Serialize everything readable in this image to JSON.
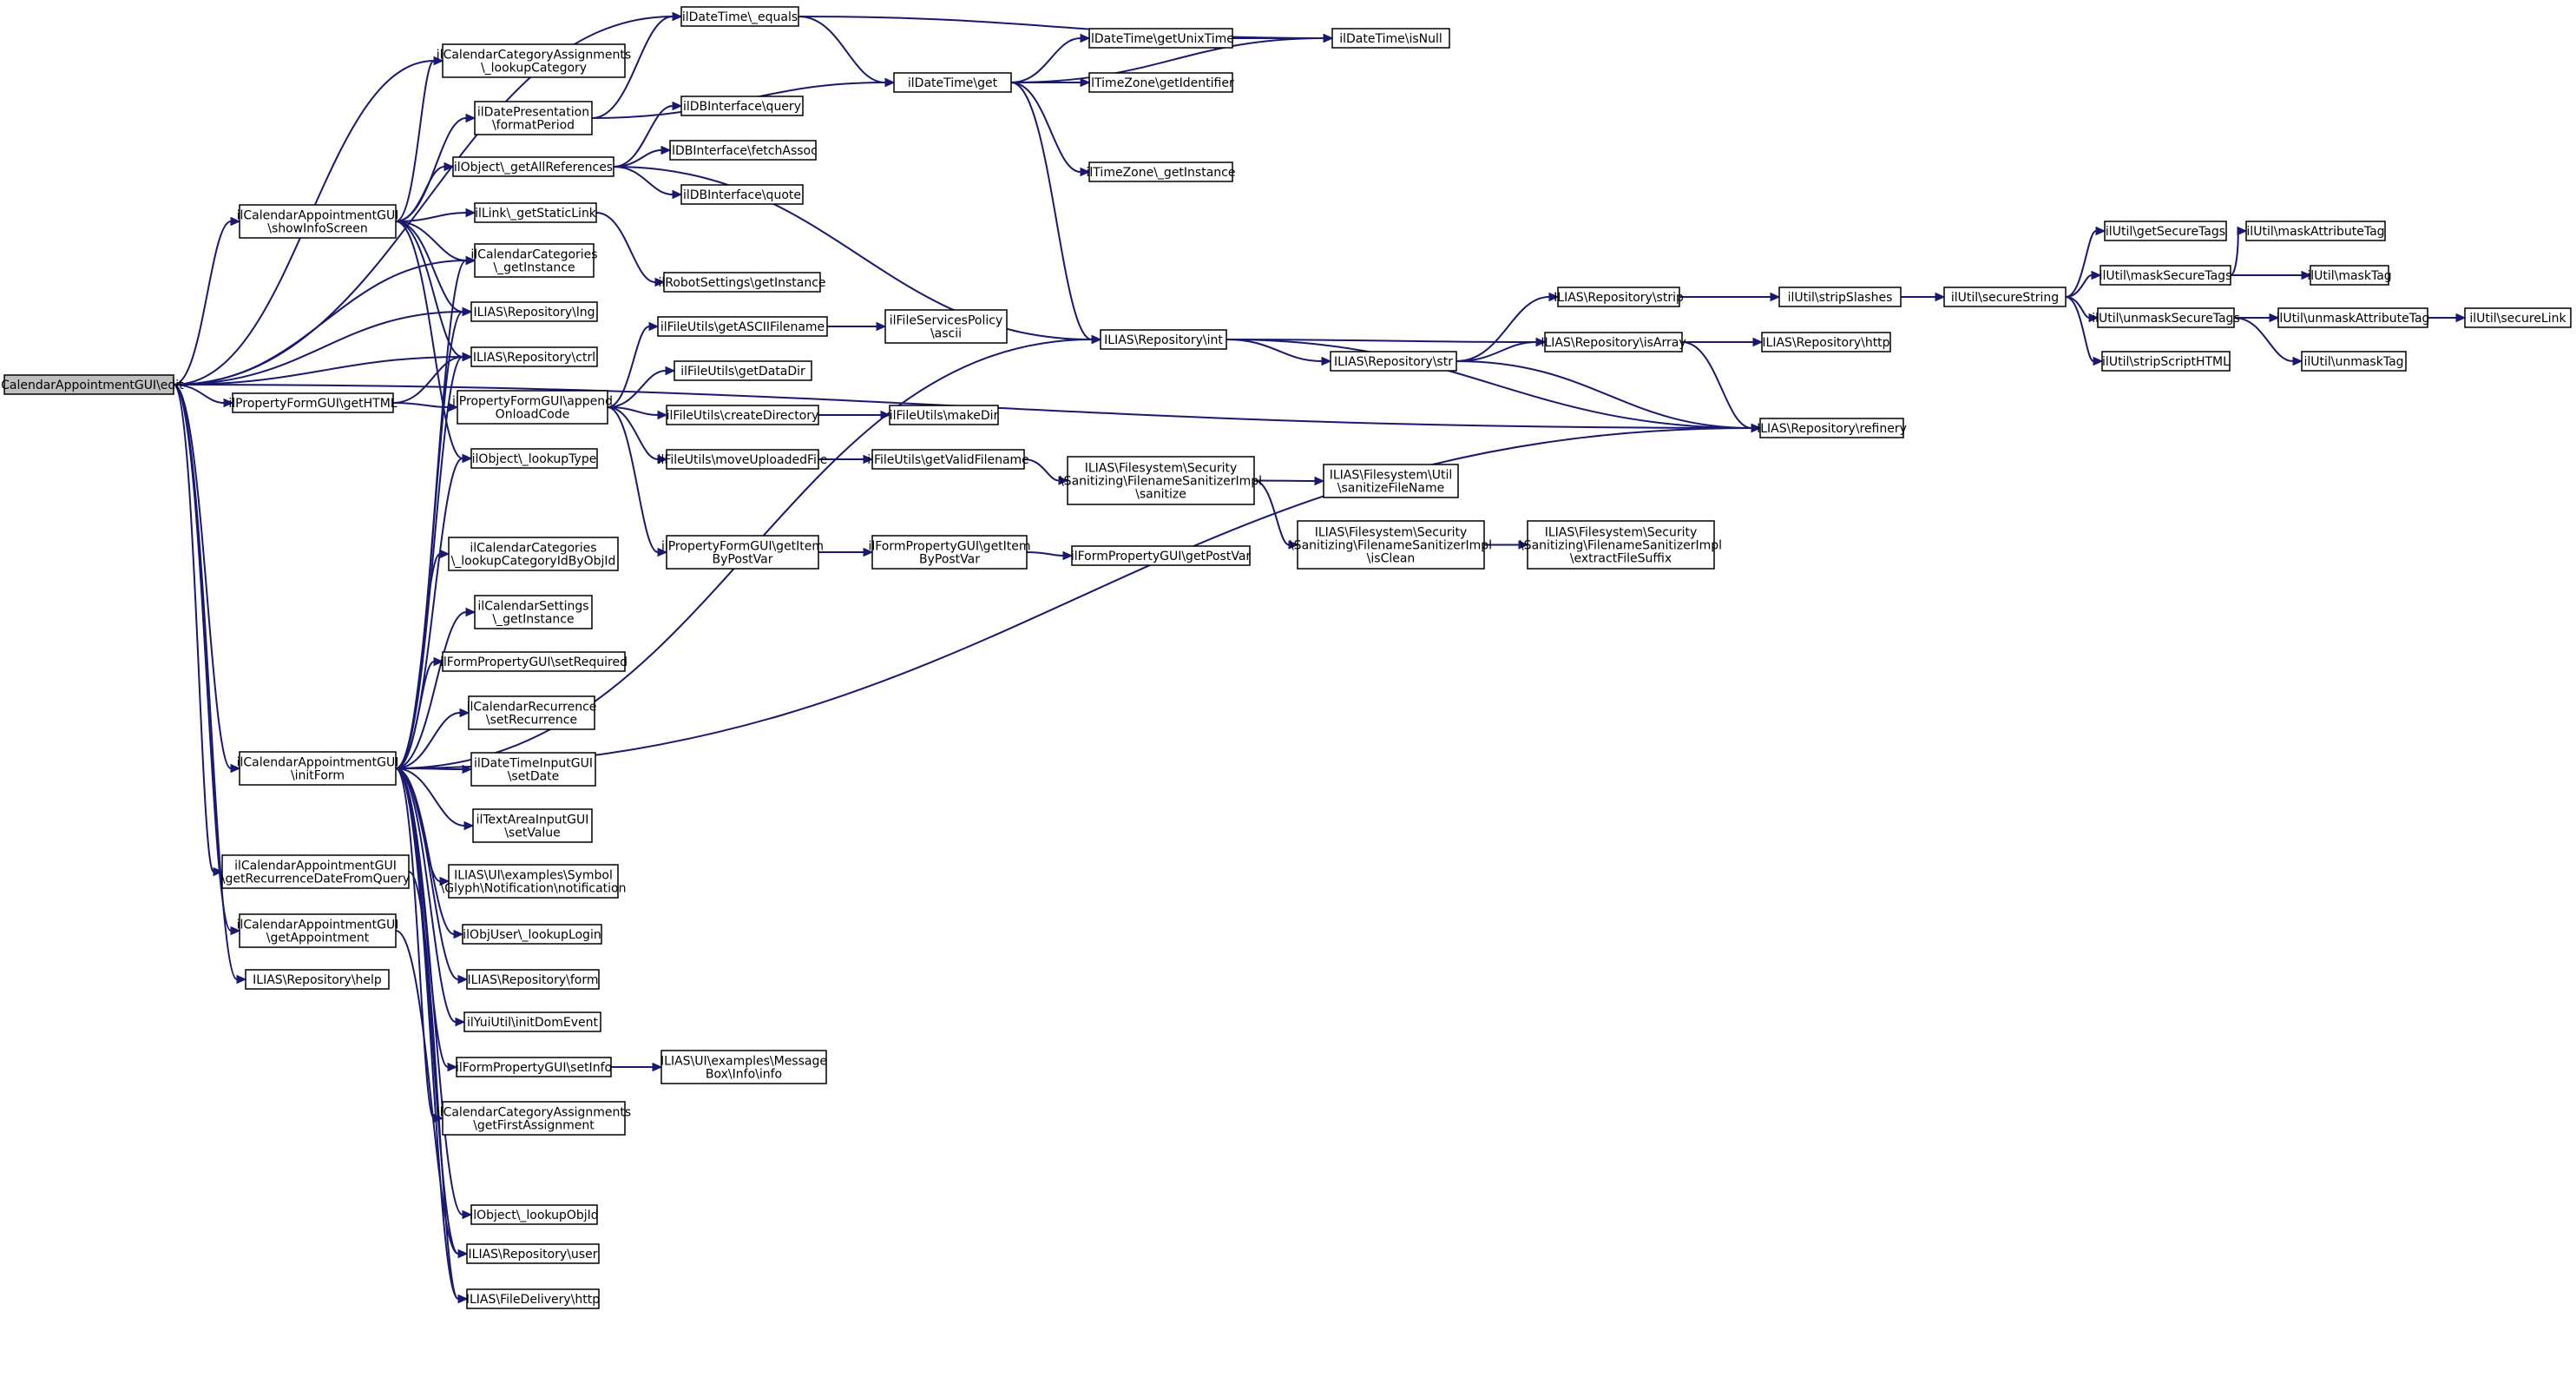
{
  "diagram": {
    "type": "call-graph",
    "nodes": [
      {
        "id": "edit",
        "label": [
          "ilCalendarAppointmentGUI\\edit"
        ],
        "root": true
      },
      {
        "id": "showInfo",
        "label": [
          "ilCalendarAppointmentGUI",
          "\\showInfoScreen"
        ]
      },
      {
        "id": "getHTML",
        "label": [
          "ilPropertyFormGUI\\getHTML"
        ]
      },
      {
        "id": "initForm",
        "label": [
          "ilCalendarAppointmentGUI",
          "\\initForm"
        ]
      },
      {
        "id": "getRecurrence",
        "label": [
          "ilCalendarAppointmentGUI",
          "\\getRecurrenceDateFromQuery"
        ]
      },
      {
        "id": "getAppointment",
        "label": [
          "ilCalendarAppointmentGUI",
          "\\getAppointment"
        ]
      },
      {
        "id": "repoHelp",
        "label": [
          "ILIAS\\Repository\\help"
        ]
      },
      {
        "id": "catAssignLookup",
        "label": [
          "ilCalendarCategoryAssignments",
          "\\_lookupCategory"
        ]
      },
      {
        "id": "datePresentation",
        "label": [
          "ilDatePresentation",
          "\\formatPeriod"
        ]
      },
      {
        "id": "getAllRefs",
        "label": [
          "ilObject\\_getAllReferences"
        ]
      },
      {
        "id": "staticLink",
        "label": [
          "ilLink\\_getStaticLink"
        ]
      },
      {
        "id": "calCatInstance",
        "label": [
          "ilCalendarCategories",
          "\\_getInstance"
        ]
      },
      {
        "id": "repoLng",
        "label": [
          "ILIAS\\Repository\\lng"
        ]
      },
      {
        "id": "repoCtrl",
        "label": [
          "ILIAS\\Repository\\ctrl"
        ]
      },
      {
        "id": "appendOnload",
        "label": [
          "ilPropertyFormGUI\\append",
          "OnloadCode"
        ]
      },
      {
        "id": "lookupType",
        "label": [
          "ilObject\\_lookupType"
        ]
      },
      {
        "id": "lookupCatId",
        "label": [
          "ilCalendarCategories",
          "\\_lookupCategoryIdByObjId"
        ]
      },
      {
        "id": "calSettings",
        "label": [
          "ilCalendarSettings",
          "\\_getInstance"
        ]
      },
      {
        "id": "setRequired",
        "label": [
          "ilFormPropertyGUI\\setRequired"
        ]
      },
      {
        "id": "setRecurrence",
        "label": [
          "ilCalendarRecurrence",
          "\\setRecurrence"
        ]
      },
      {
        "id": "setDate",
        "label": [
          "ilDateTimeInputGUI",
          "\\setDate"
        ]
      },
      {
        "id": "setValue",
        "label": [
          "ilTextAreaInputGUI",
          "\\setValue"
        ]
      },
      {
        "id": "notification",
        "label": [
          "ILIAS\\UI\\examples\\Symbol",
          "\\Glyph\\Notification\\notification"
        ]
      },
      {
        "id": "lookupLogin",
        "label": [
          "ilObjUser\\_lookupLogin"
        ]
      },
      {
        "id": "repoForm",
        "label": [
          "ILIAS\\Repository\\form"
        ]
      },
      {
        "id": "initDomEvent",
        "label": [
          "ilYuiUtil\\initDomEvent"
        ]
      },
      {
        "id": "setInfo",
        "label": [
          "ilFormPropertyGUI\\setInfo"
        ]
      },
      {
        "id": "firstAssign",
        "label": [
          "ilCalendarCategoryAssignments",
          "\\getFirstAssignment"
        ]
      },
      {
        "id": "lookupObjId",
        "label": [
          "ilObject\\_lookupObjId"
        ]
      },
      {
        "id": "repoUser",
        "label": [
          "ILIAS\\Repository\\user"
        ]
      },
      {
        "id": "fileDelivery",
        "label": [
          "ILIAS\\FileDelivery\\http"
        ]
      },
      {
        "id": "dtEquals",
        "label": [
          "ilDateTime\\_equals"
        ]
      },
      {
        "id": "dtGet",
        "label": [
          "ilDateTime\\get"
        ]
      },
      {
        "id": "dbQuery",
        "label": [
          "ilDBInterface\\query"
        ]
      },
      {
        "id": "dbFetch",
        "label": [
          "ilDBInterface\\fetchAssoc"
        ]
      },
      {
        "id": "dbQuote",
        "label": [
          "ilDBInterface\\quote"
        ]
      },
      {
        "id": "robotSettings",
        "label": [
          "ilRobotSettings\\getInstance"
        ]
      },
      {
        "id": "asciiFilename",
        "label": [
          "ilFileUtils\\getASCIIFilename"
        ]
      },
      {
        "id": "getDataDir",
        "label": [
          "ilFileUtils\\getDataDir"
        ]
      },
      {
        "id": "createDir",
        "label": [
          "ilFileUtils\\createDirectory"
        ]
      },
      {
        "id": "moveUploaded",
        "label": [
          "ilFileUtils\\moveUploadedFile"
        ]
      },
      {
        "id": "getItemPost",
        "label": [
          "ilPropertyFormGUI\\getItem",
          "ByPostVar"
        ]
      },
      {
        "id": "msgInfo",
        "label": [
          "ILIAS\\UI\\examples\\Message",
          "Box\\Info\\info"
        ]
      },
      {
        "id": "dtUnix",
        "label": [
          "ilDateTime\\getUnixTime"
        ]
      },
      {
        "id": "tzIdent",
        "label": [
          "ilTimeZone\\getIdentifier"
        ]
      },
      {
        "id": "tzInstance",
        "label": [
          "ilTimeZone\\_getInstance"
        ]
      },
      {
        "id": "dtIsNull",
        "label": [
          "ilDateTime\\isNull"
        ]
      },
      {
        "id": "fsAscii",
        "label": [
          "ilFileServicesPolicy",
          "\\ascii"
        ]
      },
      {
        "id": "makeDir",
        "label": [
          "ilFileUtils\\makeDir"
        ]
      },
      {
        "id": "validFilename",
        "label": [
          "ilFileUtils\\getValidFilename"
        ]
      },
      {
        "id": "formItemPost",
        "label": [
          "ilFormPropertyGUI\\getItem",
          "ByPostVar"
        ]
      },
      {
        "id": "getPostVar",
        "label": [
          "ilFormPropertyGUI\\getPostVar"
        ]
      },
      {
        "id": "repoInt",
        "label": [
          "ILIAS\\Repository\\int"
        ]
      },
      {
        "id": "sanitize",
        "label": [
          "ILIAS\\Filesystem\\Security",
          "\\Sanitizing\\FilenameSanitizerImpl",
          "\\sanitize"
        ]
      },
      {
        "id": "sanitizeFN",
        "label": [
          "ILIAS\\Filesystem\\Util",
          "\\sanitizeFileName"
        ]
      },
      {
        "id": "isClean",
        "label": [
          "ILIAS\\Filesystem\\Security",
          "\\Sanitizing\\FilenameSanitizerImpl",
          "\\isClean"
        ]
      },
      {
        "id": "extractSuffix",
        "label": [
          "ILIAS\\Filesystem\\Security",
          "\\Sanitizing\\FilenameSanitizerImpl",
          "\\extractFileSuffix"
        ]
      },
      {
        "id": "repoStrip",
        "label": [
          "ILIAS\\Repository\\strip"
        ]
      },
      {
        "id": "repoStr",
        "label": [
          "ILIAS\\Repository\\str"
        ]
      },
      {
        "id": "repoIsArray",
        "label": [
          "ILIAS\\Repository\\isArray"
        ]
      },
      {
        "id": "repoRefinery",
        "label": [
          "ILIAS\\Repository\\refinery"
        ]
      },
      {
        "id": "stripSlashes",
        "label": [
          "ilUtil\\stripSlashes"
        ]
      },
      {
        "id": "repoHttp",
        "label": [
          "ILIAS\\Repository\\http"
        ]
      },
      {
        "id": "secureString",
        "label": [
          "ilUtil\\secureString"
        ]
      },
      {
        "id": "getSecureTags",
        "label": [
          "ilUtil\\getSecureTags"
        ]
      },
      {
        "id": "maskSecureTags",
        "label": [
          "ilUtil\\maskSecureTags"
        ]
      },
      {
        "id": "unmaskSecureTags",
        "label": [
          "ilUtil\\unmaskSecureTags"
        ]
      },
      {
        "id": "stripScript",
        "label": [
          "ilUtil\\stripScriptHTML"
        ]
      },
      {
        "id": "maskAttrTag",
        "label": [
          "ilUtil\\maskAttributeTag"
        ]
      },
      {
        "id": "maskTag",
        "label": [
          "ilUtil\\maskTag"
        ]
      },
      {
        "id": "unmaskAttrTag",
        "label": [
          "ilUtil\\unmaskAttributeTag"
        ]
      },
      {
        "id": "unmaskTag",
        "label": [
          "ilUtil\\unmaskTag"
        ]
      },
      {
        "id": "secureLink",
        "label": [
          "ilUtil\\secureLink"
        ]
      }
    ],
    "edges": [
      [
        "edit",
        "dtEquals"
      ],
      [
        "edit",
        "catAssignLookup"
      ],
      [
        "edit",
        "showInfo"
      ],
      [
        "edit",
        "getHTML"
      ],
      [
        "edit",
        "repoLng"
      ],
      [
        "edit",
        "repoCtrl"
      ],
      [
        "edit",
        "calCatInstance"
      ],
      [
        "edit",
        "initForm"
      ],
      [
        "edit",
        "getRecurrence"
      ],
      [
        "edit",
        "getAppointment"
      ],
      [
        "edit",
        "repoHelp"
      ],
      [
        "edit",
        "repoRefinery"
      ],
      [
        "showInfo",
        "catAssignLookup"
      ],
      [
        "showInfo",
        "datePresentation"
      ],
      [
        "showInfo",
        "getAllRefs"
      ],
      [
        "showInfo",
        "staticLink"
      ],
      [
        "showInfo",
        "calCatInstance"
      ],
      [
        "showInfo",
        "repoLng"
      ],
      [
        "showInfo",
        "repoCtrl"
      ],
      [
        "showInfo",
        "lookupType"
      ],
      [
        "getHTML",
        "repoCtrl"
      ],
      [
        "getHTML",
        "appendOnload"
      ],
      [
        "initForm",
        "calCatInstance"
      ],
      [
        "initForm",
        "repoLng"
      ],
      [
        "initForm",
        "repoCtrl"
      ],
      [
        "initForm",
        "lookupType"
      ],
      [
        "initForm",
        "repoInt"
      ],
      [
        "initForm",
        "lookupCatId"
      ],
      [
        "initForm",
        "calSettings"
      ],
      [
        "initForm",
        "setRequired"
      ],
      [
        "initForm",
        "setRecurrence"
      ],
      [
        "initForm",
        "setDate"
      ],
      [
        "initForm",
        "setValue"
      ],
      [
        "initForm",
        "notification"
      ],
      [
        "initForm",
        "lookupLogin"
      ],
      [
        "initForm",
        "repoForm"
      ],
      [
        "initForm",
        "initDomEvent"
      ],
      [
        "initForm",
        "setInfo"
      ],
      [
        "initForm",
        "firstAssign"
      ],
      [
        "initForm",
        "lookupObjId"
      ],
      [
        "initForm",
        "repoUser"
      ],
      [
        "initForm",
        "fileDelivery"
      ],
      [
        "initForm",
        "repoRefinery"
      ],
      [
        "getRecurrence",
        "fileDelivery"
      ],
      [
        "getAppointment",
        "repoUser"
      ],
      [
        "datePresentation",
        "dtEquals"
      ],
      [
        "datePresentation",
        "dtGet"
      ],
      [
        "getAllRefs",
        "dbQuery"
      ],
      [
        "getAllRefs",
        "dbFetch"
      ],
      [
        "getAllRefs",
        "dbQuote"
      ],
      [
        "getAllRefs",
        "repoInt"
      ],
      [
        "staticLink",
        "robotSettings"
      ],
      [
        "appendOnload",
        "asciiFilename"
      ],
      [
        "appendOnload",
        "getDataDir"
      ],
      [
        "appendOnload",
        "createDir"
      ],
      [
        "appendOnload",
        "moveUploaded"
      ],
      [
        "appendOnload",
        "getItemPost"
      ],
      [
        "setInfo",
        "msgInfo"
      ],
      [
        "dtEquals",
        "dtIsNull"
      ],
      [
        "dtEquals",
        "dtGet"
      ],
      [
        "dtGet",
        "dtUnix"
      ],
      [
        "dtGet",
        "tzIdent"
      ],
      [
        "dtGet",
        "dtIsNull"
      ],
      [
        "dtGet",
        "tzInstance"
      ],
      [
        "dtGet",
        "repoInt"
      ],
      [
        "dtUnix",
        "dtIsNull"
      ],
      [
        "asciiFilename",
        "fsAscii"
      ],
      [
        "createDir",
        "makeDir"
      ],
      [
        "moveUploaded",
        "validFilename"
      ],
      [
        "getItemPost",
        "formItemPost"
      ],
      [
        "formItemPost",
        "getPostVar"
      ],
      [
        "validFilename",
        "sanitize"
      ],
      [
        "sanitize",
        "sanitizeFN"
      ],
      [
        "sanitize",
        "isClean"
      ],
      [
        "isClean",
        "extractSuffix"
      ],
      [
        "repoInt",
        "repoStr"
      ],
      [
        "repoInt",
        "repoIsArray"
      ],
      [
        "repoInt",
        "repoRefinery"
      ],
      [
        "repoStr",
        "repoStrip"
      ],
      [
        "repoStr",
        "repoIsArray"
      ],
      [
        "repoStr",
        "repoRefinery"
      ],
      [
        "repoStrip",
        "stripSlashes"
      ],
      [
        "repoIsArray",
        "repoHttp"
      ],
      [
        "repoIsArray",
        "repoRefinery"
      ],
      [
        "stripSlashes",
        "secureString"
      ],
      [
        "secureString",
        "getSecureTags"
      ],
      [
        "secureString",
        "maskSecureTags"
      ],
      [
        "secureString",
        "unmaskSecureTags"
      ],
      [
        "secureString",
        "stripScript"
      ],
      [
        "maskSecureTags",
        "maskAttrTag"
      ],
      [
        "maskSecureTags",
        "maskTag"
      ],
      [
        "unmaskSecureTags",
        "unmaskAttrTag"
      ],
      [
        "unmaskSecureTags",
        "unmaskTag"
      ],
      [
        "unmaskAttrTag",
        "secureLink"
      ]
    ]
  }
}
